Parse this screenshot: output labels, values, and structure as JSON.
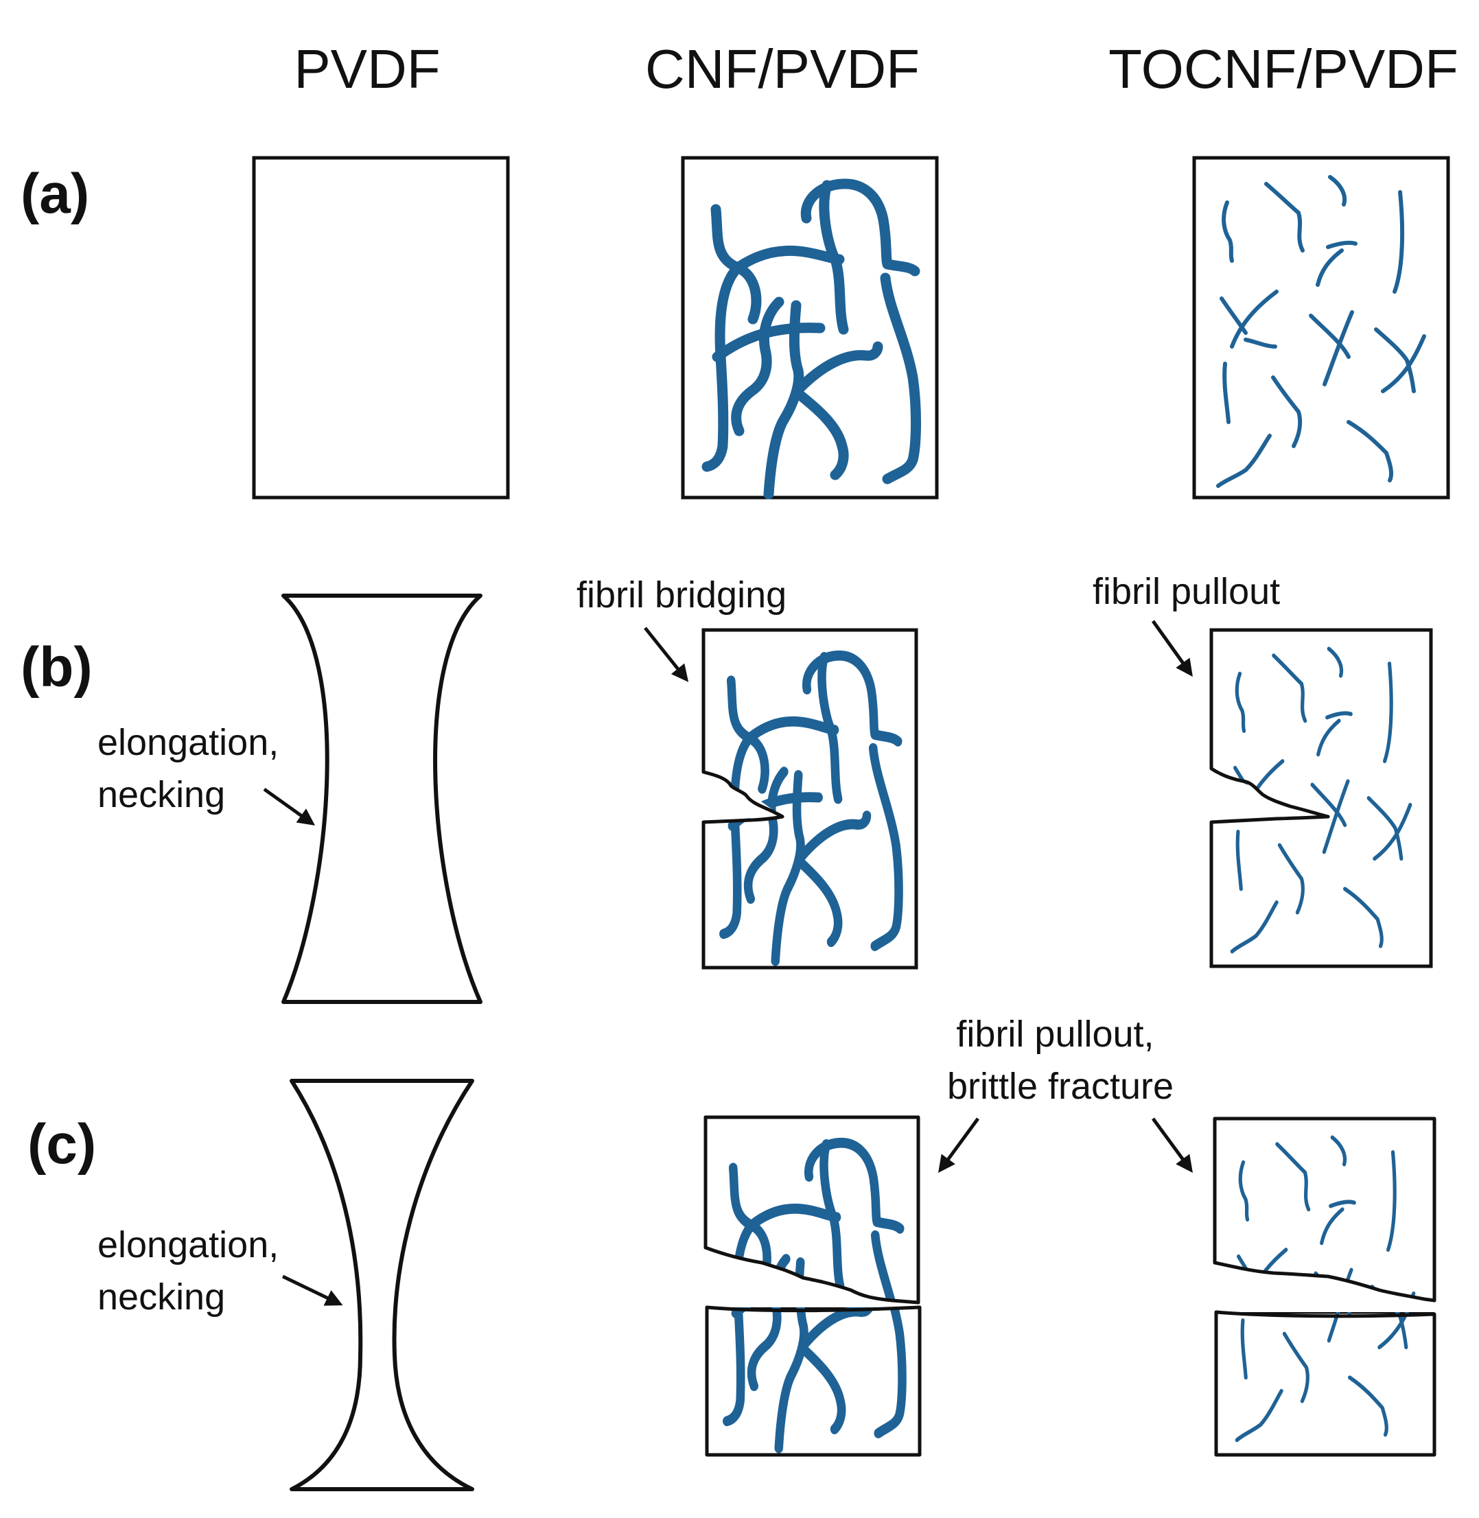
{
  "columns": {
    "pvdf": "PVDF",
    "cnf": "CNF/PVDF",
    "tocnf": "TOCNF/PVDF"
  },
  "rows": {
    "a": "(a)",
    "b": "(b)",
    "c": "(c)"
  },
  "annotations": {
    "b_pvdf": [
      "elongation,",
      "necking"
    ],
    "b_cnf": "fibril bridging",
    "b_tocnf": "fibril pullout",
    "c_pvdf": [
      "elongation,",
      "necking"
    ],
    "c_shared": [
      "fibril pullout,",
      "brittle fracture"
    ]
  },
  "colors": {
    "fibril": "#1f6296",
    "outline": "#111111",
    "background": "#ffffff"
  }
}
